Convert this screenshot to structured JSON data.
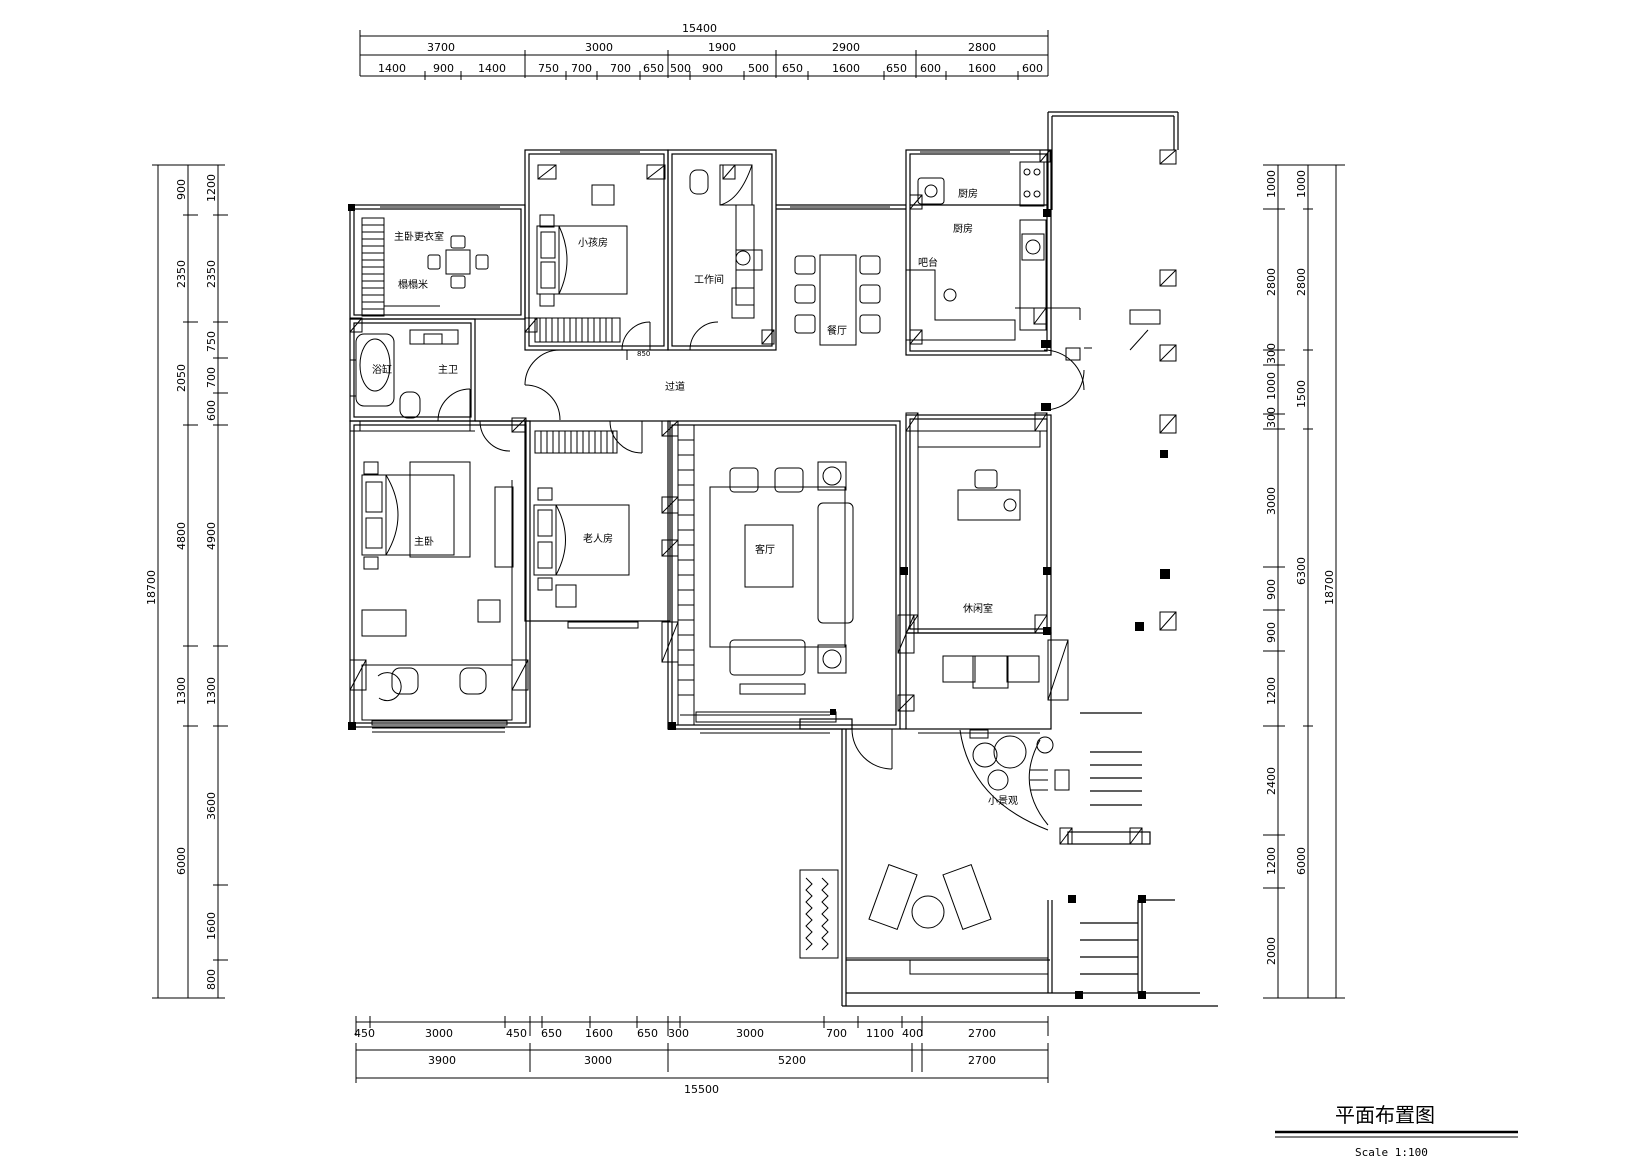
{
  "drawing": {
    "title": "平面布置图",
    "scale": "Scale 1:100"
  },
  "dims": {
    "top_total": "15400",
    "top_mid": [
      "3700",
      "3000",
      "1900",
      "2900",
      "2800"
    ],
    "top_small": [
      "1400",
      "900",
      "1400",
      "750",
      "700",
      "700",
      "650",
      "500",
      "900",
      "500",
      "650",
      "1600",
      "650",
      "600",
      "1600",
      "600"
    ],
    "bottom_small": [
      "450",
      "3000",
      "450",
      "650",
      "1600",
      "650",
      "300",
      "3000",
      "700",
      "1100",
      "400",
      "2700"
    ],
    "bottom_mid": [
      "3900",
      "3000",
      "5200",
      "2700"
    ],
    "bottom_total": "15500",
    "left_total": "18700",
    "left_outer": [
      "900",
      "2350",
      "2050",
      "4800",
      "1300",
      "6000"
    ],
    "left_inner": [
      "1200",
      "2350",
      "750",
      "700",
      "600",
      "4900",
      "1300",
      "3600",
      "1600",
      "800"
    ],
    "right_inner": [
      "1000",
      "2800",
      "300",
      "1000",
      "300",
      "3000",
      "900",
      "900",
      "1200",
      "2400",
      "1200",
      "2000"
    ],
    "right_outer": [
      "1000",
      "2800",
      "1500",
      "6300",
      "6000"
    ],
    "right_total": "18700"
  },
  "rooms": {
    "master_wardrobe": "主卧更衣室",
    "tatami": "榻榻米",
    "kids_room": "小孩房",
    "utility": "工作间",
    "dining": "餐厅",
    "kitchen": "厨房",
    "bar": "吧台",
    "master_bath": "浴缸",
    "bath": "主卫",
    "corridor": "过道",
    "master_bedroom": "主卧",
    "elder_room": "老人房",
    "living": "客厅",
    "leisure": "休闲室",
    "garden": "小景观",
    "door_note": "850"
  }
}
